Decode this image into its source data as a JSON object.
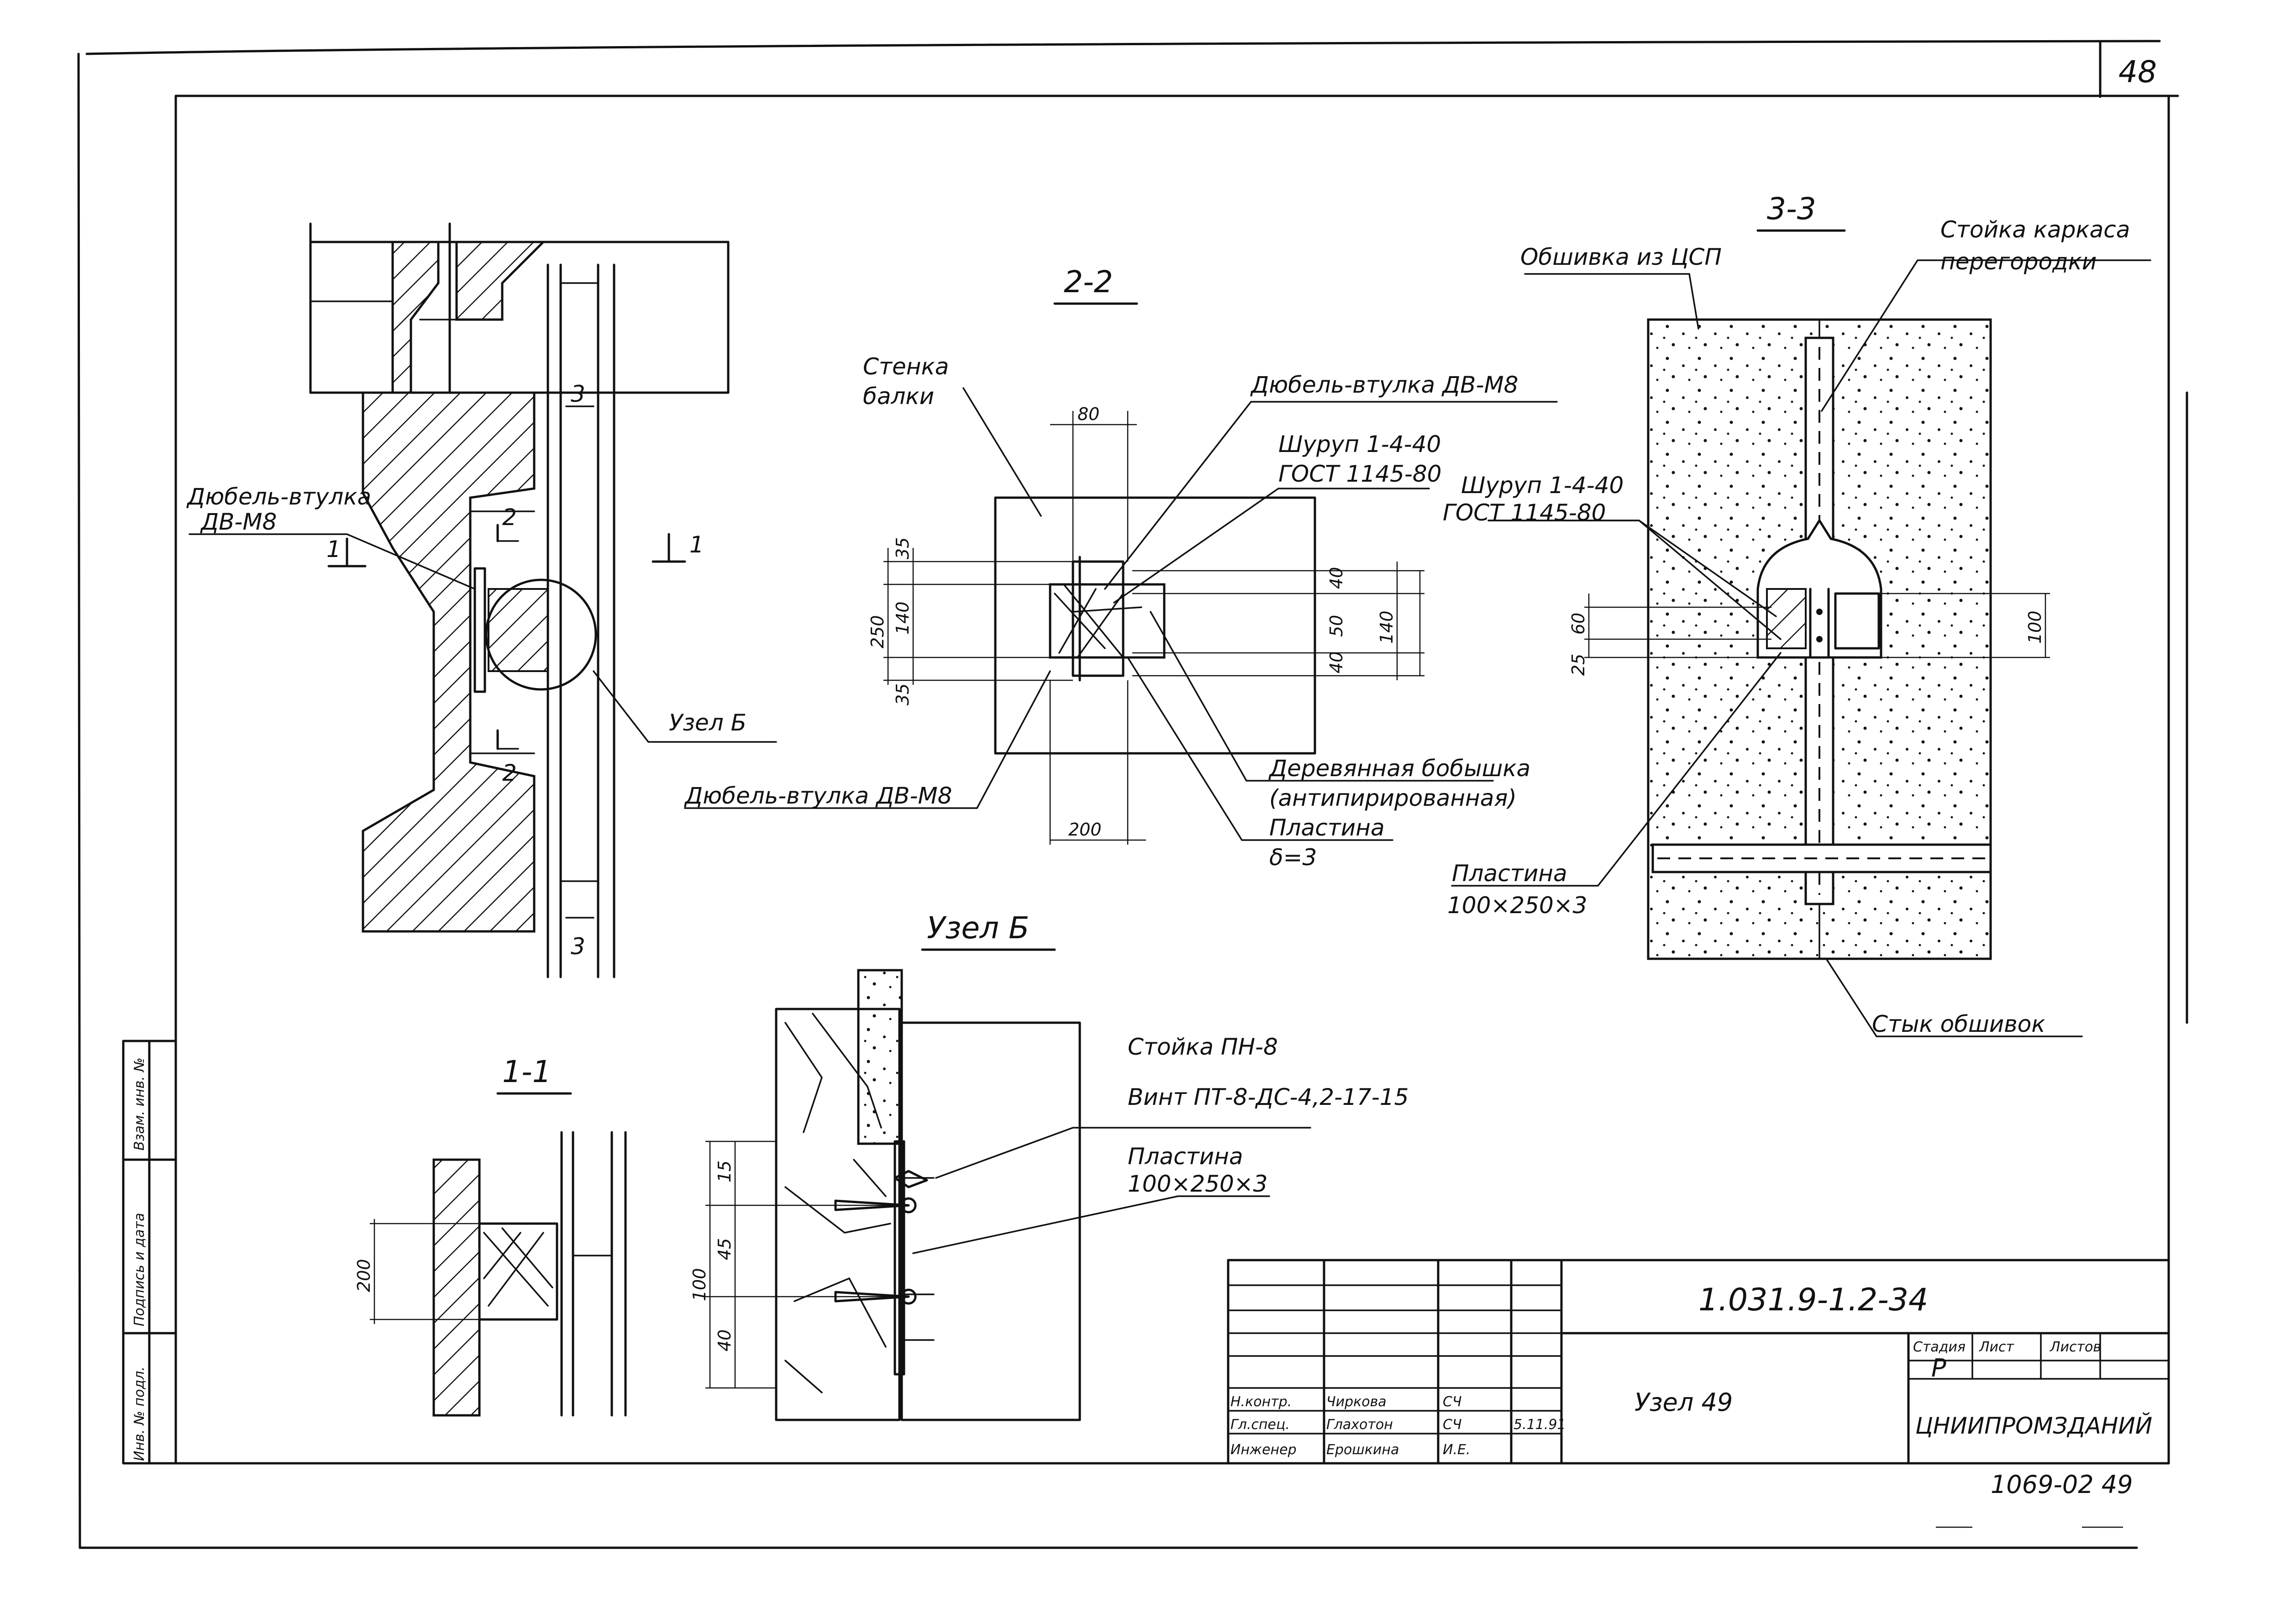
{
  "sheet": {
    "page_number": "48",
    "drawing_code": "1.031.9-1.2-34",
    "node_title": "Узел 49",
    "organization": "ЦНИИПРОМЗДАНИЙ",
    "stage_label": "Стадия",
    "stage_value": "Р",
    "sheet_label": "Лист",
    "sheets_label": "Листов",
    "archive_number": "1069-02 49"
  },
  "views": {
    "section_1_1": "1-1",
    "section_2_2": "2-2",
    "section_3_3": "3-3",
    "node_b": "Узел Б"
  },
  "section_marks": {
    "one": "1",
    "two": "2",
    "three": "3"
  },
  "labels": {
    "dowel_sleeve_left": [
      "Дюбель-втулка",
      "ДВ-М8"
    ],
    "node_b_ref": "Узел Б",
    "beam_wall": [
      "Стенка",
      "балки"
    ],
    "dowel_sleeve_top": "Дюбель-втулка ДВ-М8",
    "screw_2_2": [
      "Шуруп 1-4-40",
      "ГОСТ 1145-80"
    ],
    "wooden_block": [
      "Деревянная бобышка",
      "(антипирированная)"
    ],
    "plate_2_2": [
      "Пластина",
      "δ=3"
    ],
    "dowel_sleeve_bottom": "Дюбель-втулка ДВ-М8",
    "cladding": "Обшивка из ЦСП",
    "partition_stud": [
      "Стойка каркаса",
      "перегородки"
    ],
    "screw_3_3": [
      "Шуруп 1-4-40",
      "ГОСТ 1145-80"
    ],
    "plate_3_3": [
      "Пластина",
      "100×250×3"
    ],
    "cladding_joint": "Стык обшивок",
    "stud_pn8": "Стойка ПН-8",
    "screw_pt8": "Винт ПТ-8-ДС-4,2-17-15",
    "plate_node_b": [
      "Пластина",
      "100×250×3"
    ]
  },
  "dimensions": {
    "d80": "80",
    "d250": "250",
    "d35a": "35",
    "d140a": "140",
    "d35b": "35",
    "d40a": "40",
    "d50": "50",
    "d40b": "40",
    "d140b": "140",
    "d200a": "200",
    "d25": "25",
    "d60": "60",
    "d100a": "100",
    "d200b": "200",
    "d15": "15",
    "d45": "45",
    "d40c": "40",
    "d100b": "100"
  },
  "title_block": {
    "rows": [
      {
        "role": "Н.контр.",
        "name": "Чиркова",
        "sign": "СЧ"
      },
      {
        "role": "Гл.спец.",
        "name": "Глахотон",
        "sign": "СЧ",
        "date": "5.11.91"
      },
      {
        "role": "Инженер",
        "name": "Ерошкина",
        "sign": "И.Е."
      }
    ]
  },
  "margin_stamp": {
    "cells": [
      "Инв. № подл.",
      "Подпись и дата",
      "Взам. инв. №"
    ]
  }
}
